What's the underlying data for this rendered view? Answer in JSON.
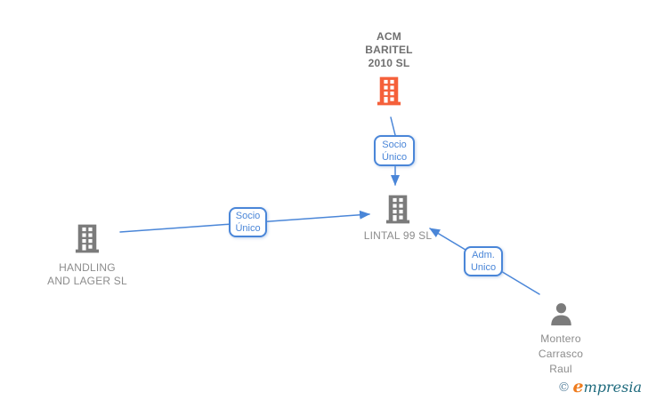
{
  "colors": {
    "edge_blue": "#4a86d8",
    "highlight_orange": "#f5603a",
    "icon_gray": "#7b7b7b",
    "text_gray": "#8c8c8c",
    "text_dark_gray": "#6f6f6f",
    "brand_orange": "#ef7c1e",
    "brand_teal": "#1e6a7d"
  },
  "entities": {
    "acm": {
      "name": "ACM BARITEL 2010 SL",
      "lines": [
        "ACM",
        "BARITEL",
        "2010 SL"
      ],
      "icon": "building-icon",
      "highlighted": true
    },
    "lintal": {
      "name": "LINTAL 99 SL",
      "lines": [
        "LINTAL 99 SL"
      ],
      "icon": "building-icon",
      "highlighted": false
    },
    "handling": {
      "name": "HANDLING AND LAGER SL",
      "lines": [
        "HANDLING",
        "AND LAGER SL"
      ],
      "icon": "building-icon",
      "highlighted": false
    },
    "montero": {
      "name": "Montero Carrasco Raul",
      "lines": [
        "Montero",
        "Carrasco",
        "Raul"
      ],
      "icon": "person-icon",
      "highlighted": false
    }
  },
  "relations": {
    "socio_top": {
      "from": "ACM BARITEL 2010 SL",
      "to": "LINTAL 99 SL",
      "lines": [
        "Socio",
        "Único"
      ]
    },
    "socio_left": {
      "from": "HANDLING AND LAGER SL",
      "to": "LINTAL 99 SL",
      "lines": [
        "Socio",
        "Único"
      ]
    },
    "adm": {
      "from": "Montero Carrasco Raul",
      "to": "LINTAL 99 SL",
      "lines": [
        "Adm.",
        "Unico"
      ]
    }
  },
  "footer": {
    "copyright": "©",
    "brand_initial": "e",
    "brand_rest": "mpresia"
  }
}
